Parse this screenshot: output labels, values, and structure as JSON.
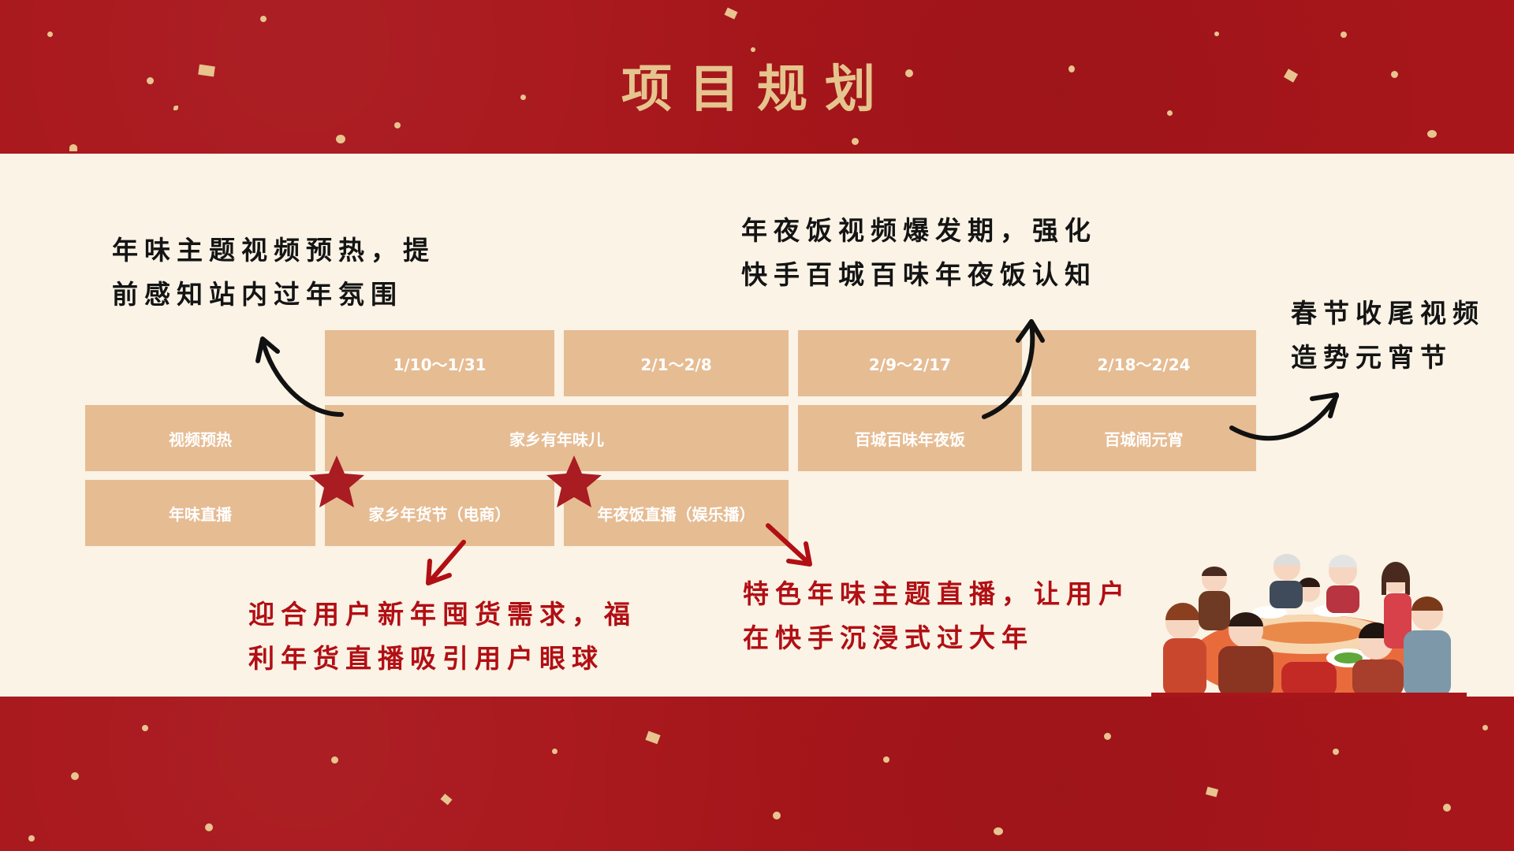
{
  "title": "项目规划",
  "colors": {
    "red_band": "#a8161b",
    "cream": "#faf3e6",
    "block": "#e6bc93",
    "gold_text": "#e6c48e",
    "star": "#a81c22",
    "red_text": "#b10f14"
  },
  "timeline": {
    "dates": [
      "1/10～1/31",
      "2/1～2/8",
      "2/9～2/17",
      "2/18～2/24"
    ],
    "row2": {
      "video_preheat": "视频预热",
      "hometown": "家乡有年味儿",
      "dinner": "百城百味年夜饭",
      "lantern": "百城闹元宵"
    },
    "row3": {
      "live": "年味直播",
      "shopping_festival": "家乡年货节（电商）",
      "dinner_live": "年夜饭直播（娱乐播）"
    }
  },
  "notes": {
    "preheat": [
      "年味主题视频预热，提",
      "前感知站内过年氛围"
    ],
    "dinner_burst": [
      "年夜饭视频爆发期，强化",
      "快手百城百味年夜饭认知"
    ],
    "ending": [
      "春节收尾视频",
      "造势元宵节"
    ],
    "shopping": [
      "迎合用户新年囤货需求，福",
      "利年货直播吸引用户眼球"
    ],
    "immersive": [
      "特色年味主题直播，让用户",
      "在快手沉浸式过大年"
    ]
  },
  "icons": {
    "star": "star-icon",
    "arrow": "hand-drawn-arrow-icon",
    "illustration": "family-reunion-dinner-illustration"
  }
}
